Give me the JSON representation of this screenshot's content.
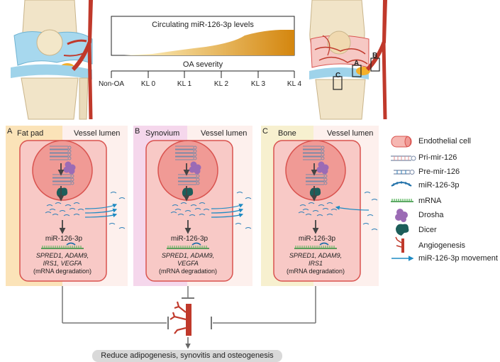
{
  "severity_chart": {
    "title": "Circulating miR-126-3p levels",
    "axis_label": "OA severity",
    "ticks": [
      "Non-OA",
      "KL 0",
      "KL 1",
      "KL 2",
      "KL 3",
      "KL 4"
    ]
  },
  "knee_right_markers": [
    "C",
    "A",
    "B"
  ],
  "panels": [
    {
      "letter": "A",
      "tissue": "Fat pad",
      "lumen": "Vessel lumen",
      "mirna": "miR-126-3p",
      "genes_line1": "SPRED1, ADAM9,",
      "genes_line2": "IRS1, VEGFA",
      "note": "(mRNA degradation)"
    },
    {
      "letter": "B",
      "tissue": "Synovium",
      "lumen": "Vessel lumen",
      "mirna": "miR-126-3p",
      "genes_line1": "SPRED1, ADAM9,",
      "genes_line2": "VEGFA",
      "note": "(mRNA degradation)"
    },
    {
      "letter": "C",
      "tissue": "Bone",
      "lumen": "Vessel lumen",
      "mirna": "miR-126-3p",
      "genes_line1": "SPRED1, ADAM9,",
      "genes_line2": "IRS1",
      "note": "(mRNA degradation)"
    }
  ],
  "legend": [
    {
      "label": "Endothelial cell",
      "icon": "endothelial-cell-icon"
    },
    {
      "label": "Pri-mir-126",
      "icon": "pri-mir-126-icon"
    },
    {
      "label": "Pre-mir-126",
      "icon": "pre-mir-126-icon"
    },
    {
      "label": "miR-126-3p",
      "icon": "mir-126-3p-icon"
    },
    {
      "label": "mRNA",
      "icon": "mrna-icon"
    },
    {
      "label": "Drosha",
      "icon": "drosha-icon"
    },
    {
      "label": "Dicer",
      "icon": "dicer-icon"
    },
    {
      "label": "Angiogenesis",
      "icon": "angiogenesis-icon"
    },
    {
      "label": "miR-126-3p movement",
      "icon": "movement-arrow-icon"
    }
  ],
  "outcome": "Reduce adipogenesis, synovitis and osteogenesis",
  "colors": {
    "cell_fill": "#f8c9c6",
    "cell_border": "#d9534f",
    "nucleus_fill": "#f09a95",
    "drosha": "#9b6bb5",
    "dicer": "#1d5e5a",
    "mirna": "#2a7fb8",
    "mrna": "#4caf50",
    "vessel": "#c0392b",
    "arrow_blue": "#1e8bc3",
    "fatpad_bg": "#fbe3b8",
    "synovium_bg": "#f5d7ec",
    "bone_bg": "#f7f0cf",
    "gradient_start": "#fff5c0",
    "gradient_end": "#d4860e"
  }
}
